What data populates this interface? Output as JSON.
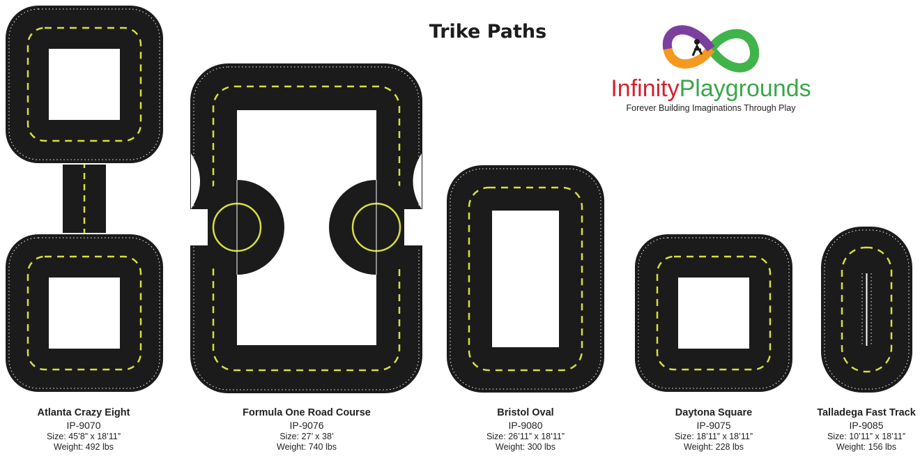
{
  "title": "Trike Paths",
  "logo": {
    "word_part1": "Infinity",
    "word_part2": "Playgrounds",
    "tagline": "Forever Building Imaginations Through Play",
    "colors": {
      "red": "#d4212c",
      "green": "#3aa748"
    }
  },
  "colors": {
    "asphalt": "#1b1b1b",
    "lane_marking": "#d8df3c",
    "edge_marking": "#ffffff"
  },
  "products": [
    {
      "name": "Atlanta Crazy Eight",
      "code": "IP-9070",
      "size": "Size: 45’8” x 18’11”",
      "weight": "Weight: 492 lbs"
    },
    {
      "name": "Formula One Road Course",
      "code": "IP-9076",
      "size": "Size: 27’ x 38’",
      "weight": "Weight: 740 lbs"
    },
    {
      "name": "Bristol Oval",
      "code": "IP-9080",
      "size": "Size: 26’11” x 18’11”",
      "weight": "Weight: 300 lbs"
    },
    {
      "name": "Daytona Square",
      "code": "IP-9075",
      "size": "Size:  18’11” x 18’11”",
      "weight": "Weight: 228 lbs"
    },
    {
      "name": "Talladega Fast Track",
      "code": "IP-9085",
      "size": "Size: 10’11” x 18’11”",
      "weight": "Weight: 156 lbs"
    }
  ]
}
